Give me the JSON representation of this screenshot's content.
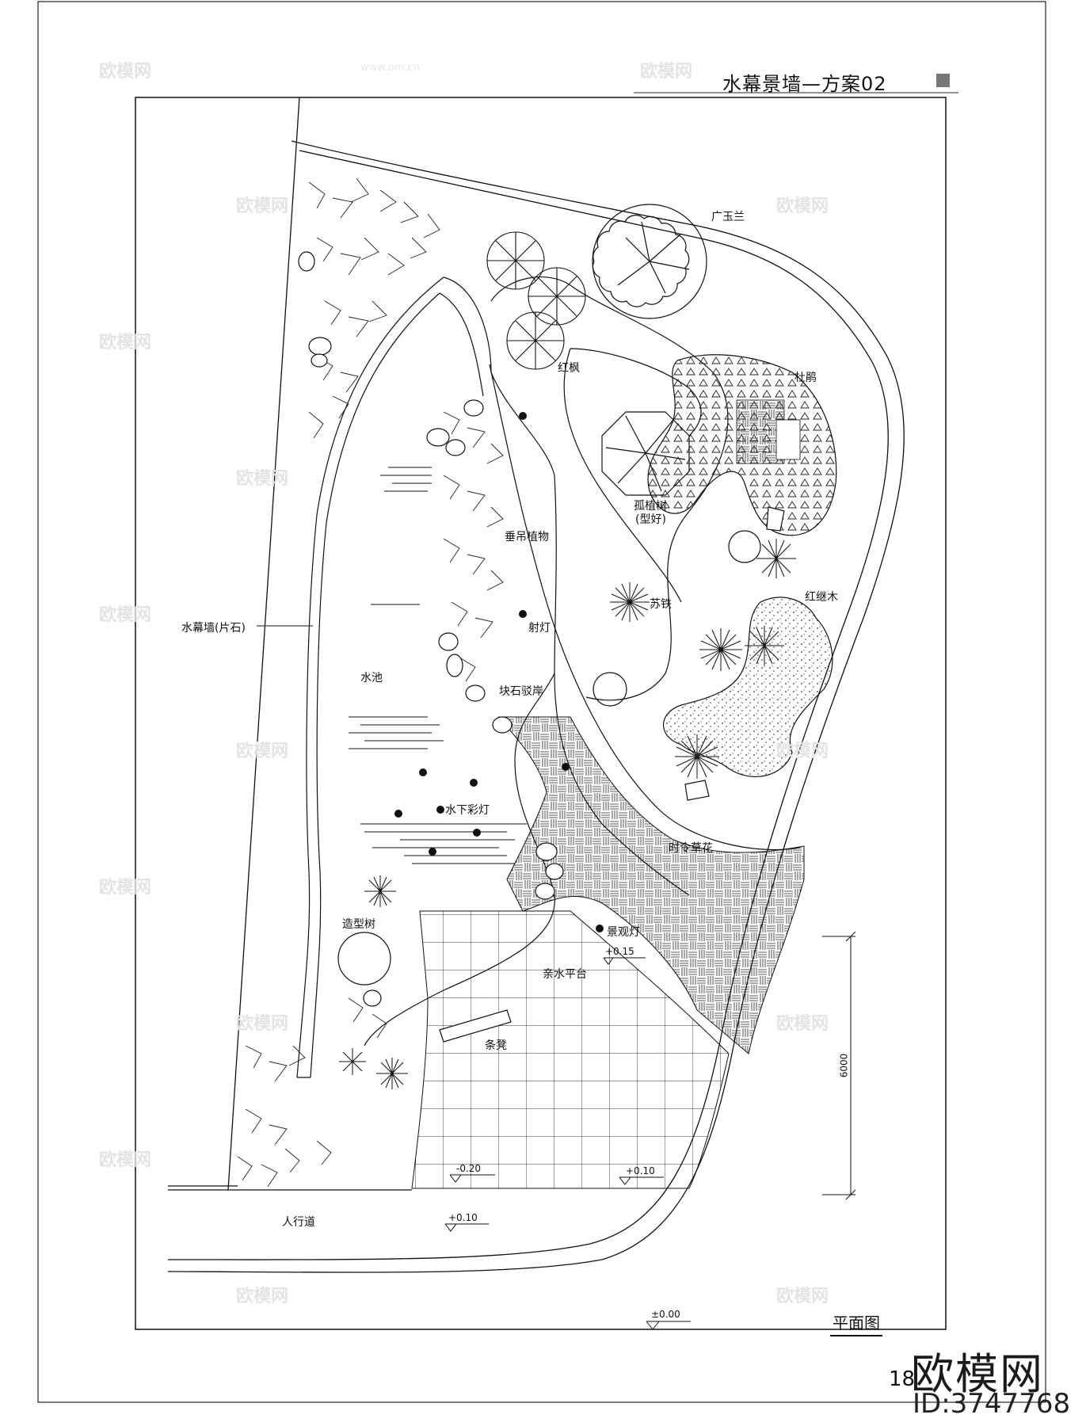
{
  "title": "水幕景墙—方案02",
  "plan_label": "平面图",
  "page_number": "18",
  "brand": {
    "name": "欧模网",
    "id": "ID:3747768"
  },
  "watermarks": {
    "logo": "欧模网",
    "site": "www.om.cn"
  },
  "labels": {
    "guang_yu_lan": "广玉兰",
    "hong_feng": "红枫",
    "du_juan": "杜鹃",
    "gu_zhi_shu": "孤植树",
    "gu_zhi_shu_note": "(型好)",
    "chui_diao": "垂吊植物",
    "she_deng": "射灯",
    "su_tie": "苏铁",
    "hong_ji_mu": "红继木",
    "shui_mu_qiang": "水幕墙(片石)",
    "shui_chi": "水池",
    "kuai_shi": "块石驳岸",
    "shui_xia_cai_deng": "水下彩灯",
    "shi_ling_cao_hua": "时令草花",
    "zao_xing_shu": "造型树",
    "jing_guan_deng": "景观灯",
    "qin_shui_ping_tai": "亲水平台",
    "tiao_deng": "条凳",
    "ren_xing_dao": "人行道"
  },
  "elevations": {
    "platform": "+0.15",
    "left_paving": "-0.20",
    "right_paving": "+0.10",
    "walkway": "+0.10",
    "datum": "±0.00"
  },
  "dimension": "6000"
}
